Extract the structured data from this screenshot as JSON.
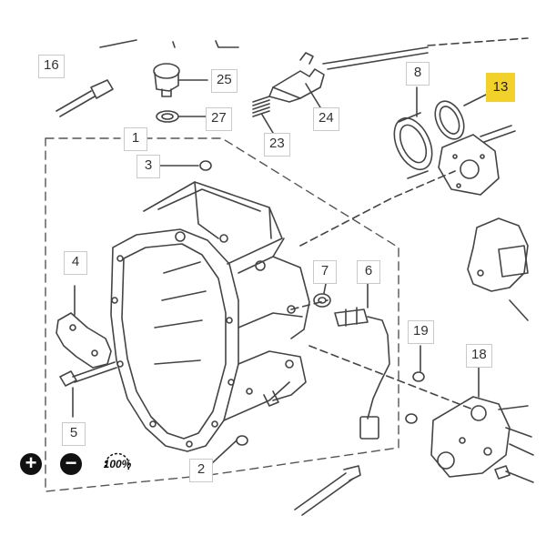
{
  "callouts": {
    "c16": "16",
    "c25": "25",
    "c27": "27",
    "c24": "24",
    "c23": "23",
    "c8": "8",
    "c13": "13",
    "c1": "1",
    "c3": "3",
    "c4": "4",
    "c7": "7",
    "c6": "6",
    "c19": "19",
    "c18": "18",
    "c5": "5",
    "c2": "2"
  },
  "highlighted_callout": "13",
  "zoom": {
    "reset_label": "100%"
  },
  "colors": {
    "highlight": "#f2d12b",
    "line": "#555555",
    "box_border": "#c9c9c9"
  }
}
